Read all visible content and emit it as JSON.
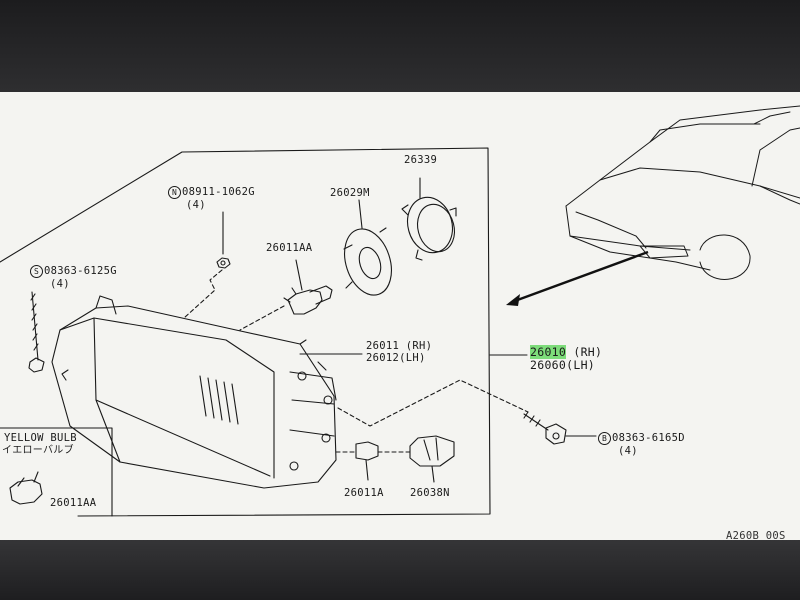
{
  "labels": {
    "nut_part": "08911-1062G",
    "nut_qty": "(4)",
    "nut_circle": "N",
    "screw_part": "08363-6125G",
    "screw_qty": "(4)",
    "screw_circle": "S",
    "bolt_part": "08363-6165D",
    "bolt_qty": "(4)",
    "bolt_circle": "B",
    "retainer": "26339",
    "boot": "26029M",
    "bulb_main": "26011AA",
    "lamp_rh": "26011 (RH)",
    "lamp_lh": "26012(LH)",
    "assembly_num": "26010",
    "assembly_rh_suffix": " (RH)",
    "assembly_lh": "26060(LH)",
    "small_bulb": "26011A",
    "socket": "26038N",
    "inset_bulb": "26011AA",
    "inset_title_en": "YELLOW BULB",
    "inset_title_jp": "イエローバルブ",
    "page_code": "A260B 00S"
  },
  "colors": {
    "highlight": "#7ddc7a",
    "ink": "#1a1a1a",
    "paper": "#f4f4f1"
  }
}
